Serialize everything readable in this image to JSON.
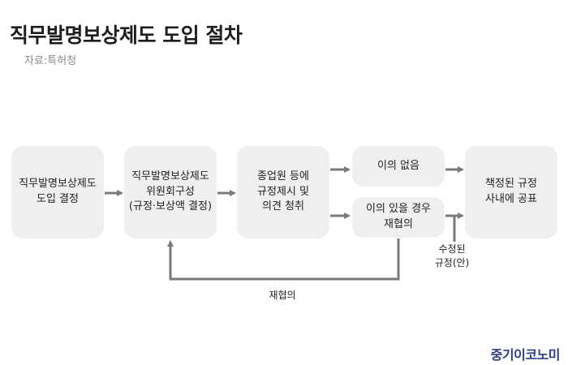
{
  "header": {
    "title": "직무발명보상제도 도입 절차",
    "source": "자료:특허청"
  },
  "steps": [
    {
      "text": "직무발명보상제도\n도입 결정"
    },
    {
      "text": "직무발명보상제도\n위원회구성\n(규정·보상액 결정)"
    },
    {
      "text": "종업원 등에\n규정제시 및\n의견 청취"
    },
    {
      "text": "이의 없음"
    },
    {
      "text": "이의 있을 경우\n재협의"
    },
    {
      "text": "책정된 규정\n사내에 공표"
    }
  ],
  "labels": {
    "feedback": "재협의",
    "revised": "수정된\n규정(안)"
  },
  "logo": "중기이코노미",
  "colors": {
    "box_fill": "#efefef",
    "arrow": "#7a7a7a",
    "logo": "#2b3f86"
  }
}
